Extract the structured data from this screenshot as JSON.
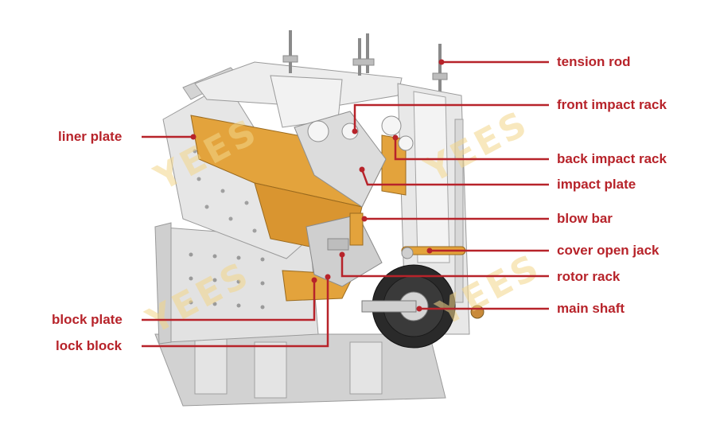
{
  "watermark_text": "YEES",
  "colors": {
    "label_red": "#b7232a",
    "liner_orange": "#e3a33c",
    "machine_grey": "#dadada",
    "machine_dark": "#2a2a2a",
    "watermark": "#f3d68a"
  },
  "labels": {
    "tension_rod": "tension rod",
    "front_impact_rack": "front impact rack",
    "back_impact_rack": "back impact rack",
    "impact_plate": "impact plate",
    "blow_bar": "blow bar",
    "cover_open_jack": "cover open jack",
    "rotor_rack": "rotor rack",
    "main_shaft": "main shaft",
    "liner_plate": "liner plate",
    "block_plate": "block plate",
    "lock_block": "lock block"
  }
}
